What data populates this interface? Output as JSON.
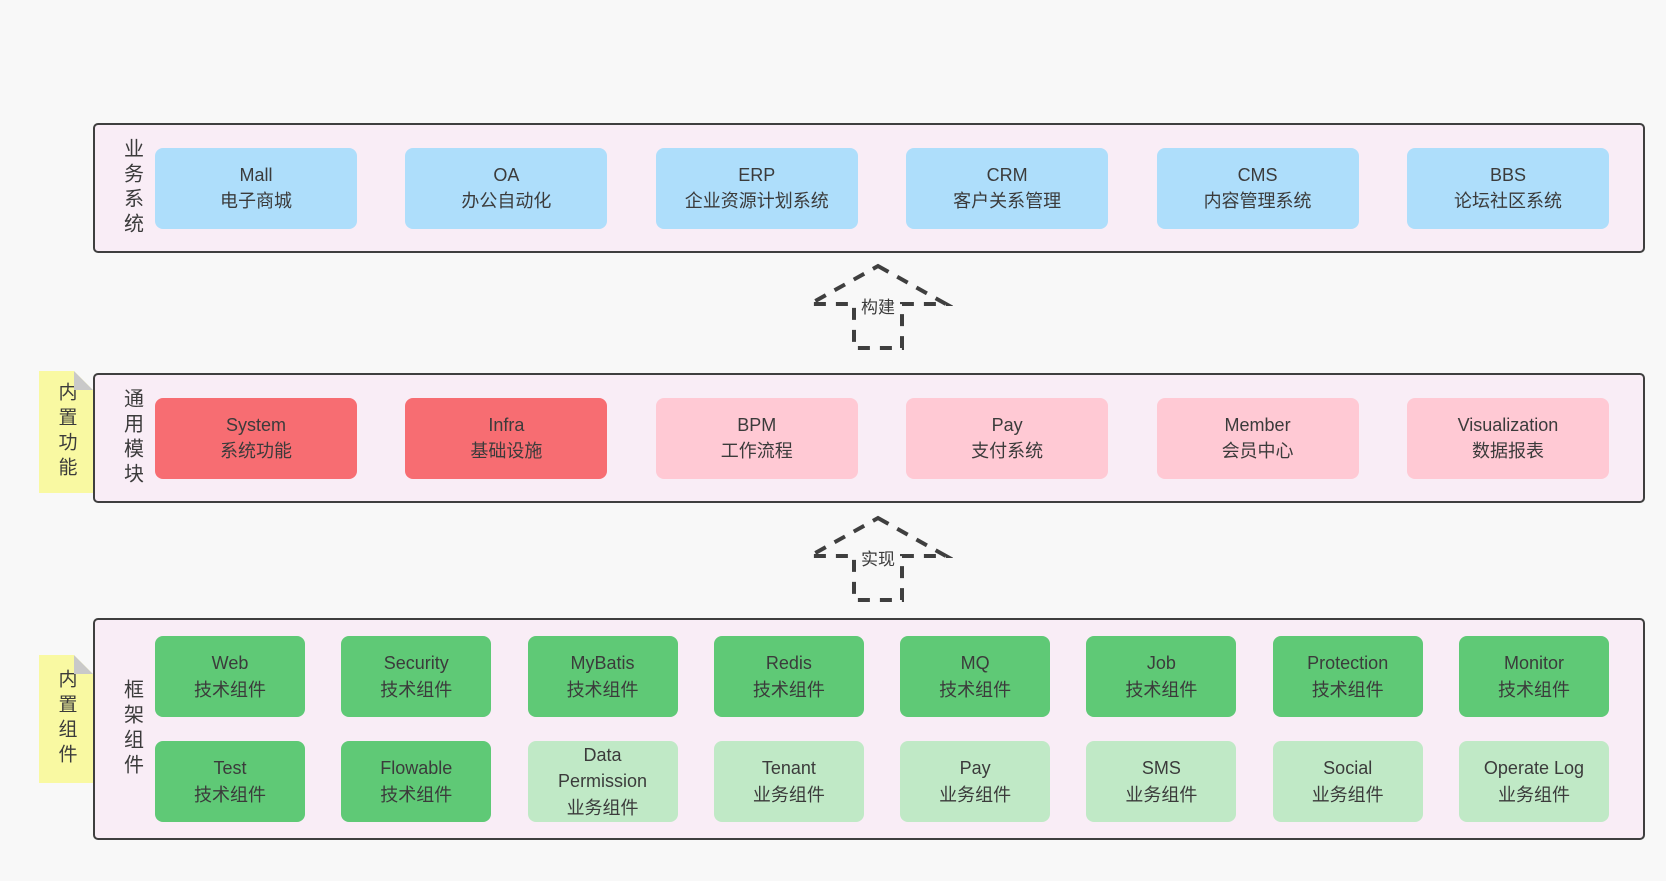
{
  "colors": {
    "page_bg": "#f8f8f8",
    "panel_bg": "#f9edf6",
    "panel_border": "#3f3f3f",
    "blue": "#aedefb",
    "red": "#f76d72",
    "pink": "#ffc9d4",
    "green": "#5fc976",
    "lightgreen": "#c0e9c6",
    "yellow": "#f9f9a2",
    "fold_gray": "#c9c9c9",
    "text": "#3b3b3b"
  },
  "arrows": [
    {
      "label": "构建"
    },
    {
      "label": "实现"
    }
  ],
  "sections": [
    {
      "label": "业务系统",
      "sticky": null,
      "rows": [
        [
          {
            "title": "Mall",
            "subtitle": "电子商城",
            "variant": "blue"
          },
          {
            "title": "OA",
            "subtitle": "办公自动化",
            "variant": "blue"
          },
          {
            "title": "ERP",
            "subtitle": "企业资源计划系统",
            "variant": "blue"
          },
          {
            "title": "CRM",
            "subtitle": "客户关系管理",
            "variant": "blue"
          },
          {
            "title": "CMS",
            "subtitle": "内容管理系统",
            "variant": "blue"
          },
          {
            "title": "BBS",
            "subtitle": "论坛社区系统",
            "variant": "blue"
          }
        ]
      ]
    },
    {
      "label": "通用模块",
      "sticky": "内置功能",
      "rows": [
        [
          {
            "title": "System",
            "subtitle": "系统功能",
            "variant": "red"
          },
          {
            "title": "Infra",
            "subtitle": "基础设施",
            "variant": "red"
          },
          {
            "title": "BPM",
            "subtitle": "工作流程",
            "variant": "pink"
          },
          {
            "title": "Pay",
            "subtitle": "支付系统",
            "variant": "pink"
          },
          {
            "title": "Member",
            "subtitle": "会员中心",
            "variant": "pink"
          },
          {
            "title": "Visualization",
            "subtitle": "数据报表",
            "variant": "pink"
          }
        ]
      ]
    },
    {
      "label": "框架组件",
      "sticky": "内置组件",
      "rows": [
        [
          {
            "title": "Web",
            "subtitle": "技术组件",
            "variant": "green"
          },
          {
            "title": "Security",
            "subtitle": "技术组件",
            "variant": "green"
          },
          {
            "title": "MyBatis",
            "subtitle": "技术组件",
            "variant": "green"
          },
          {
            "title": "Redis",
            "subtitle": "技术组件",
            "variant": "green"
          },
          {
            "title": "MQ",
            "subtitle": "技术组件",
            "variant": "green"
          },
          {
            "title": "Job",
            "subtitle": "技术组件",
            "variant": "green"
          },
          {
            "title": "Protection",
            "subtitle": "技术组件",
            "variant": "green"
          },
          {
            "title": "Monitor",
            "subtitle": "技术组件",
            "variant": "green"
          }
        ],
        [
          {
            "title": "Test",
            "subtitle": "技术组件",
            "variant": "green"
          },
          {
            "title": "Flowable",
            "subtitle": "技术组件",
            "variant": "green"
          },
          {
            "title": "Data Permission",
            "subtitle": "业务组件",
            "variant": "lightgreen"
          },
          {
            "title": "Tenant",
            "subtitle": "业务组件",
            "variant": "lightgreen"
          },
          {
            "title": "Pay",
            "subtitle": "业务组件",
            "variant": "lightgreen"
          },
          {
            "title": "SMS",
            "subtitle": "业务组件",
            "variant": "lightgreen"
          },
          {
            "title": "Social",
            "subtitle": "业务组件",
            "variant": "lightgreen"
          },
          {
            "title": "Operate Log",
            "subtitle": "业务组件",
            "variant": "lightgreen"
          }
        ]
      ]
    }
  ]
}
